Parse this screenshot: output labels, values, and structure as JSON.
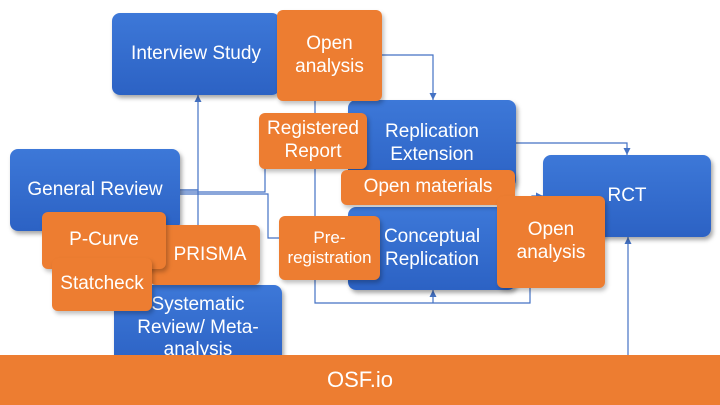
{
  "diagram": {
    "nodes": {
      "interview_study": "Interview Study",
      "open_analysis_top": "Open\nanalysis",
      "registered_report": "Registered\nReport",
      "replication_extension": "Replication\nExtension",
      "open_materials": "Open materials",
      "rct": "RCT",
      "general_review": "General Review",
      "pre_registration": "Pre-\nregistration",
      "conceptual_replication": "Conceptual\nReplication",
      "open_analysis_right": "Open\nanalysis",
      "p_curve": "P-Curve",
      "prisma": "PRISMA",
      "statcheck": "Statcheck",
      "systematic_review": "Systematic\nReview/ Meta-\nanalysis",
      "osf": "OSF.io"
    },
    "colors": {
      "blue": "#2f67c9",
      "orange": "#ed7d31",
      "connector": "#4472c4"
    }
  }
}
